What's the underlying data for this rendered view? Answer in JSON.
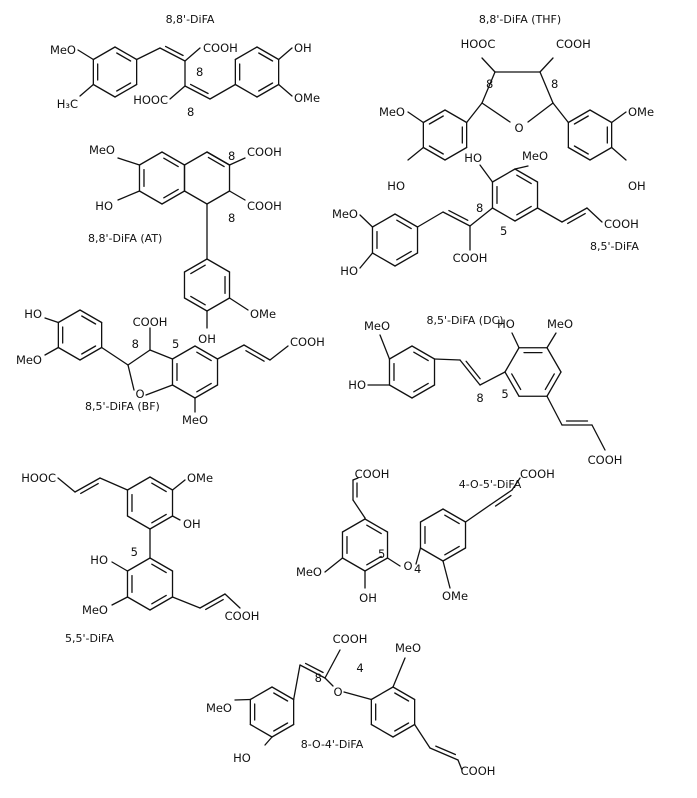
{
  "colors": {
    "ink": "#111111",
    "background": "#ffffff"
  },
  "molecules": [
    {
      "name": "8,8'-DiFA",
      "labels": [
        "MeO",
        "H₃C",
        "COOH",
        "8",
        "HOOC",
        "8",
        "OH",
        "OMe"
      ]
    },
    {
      "name": "8,8'-DiFA (THF)",
      "labels": [
        "HOOC",
        "COOH",
        "8",
        "8",
        "O",
        "MeO",
        "HO",
        "OMe",
        "OH"
      ]
    },
    {
      "name": "8,8'-DiFA (AT)",
      "labels": [
        "MeO",
        "HO",
        "8",
        "COOH",
        "8",
        "COOH",
        "OMe",
        "OH"
      ]
    },
    {
      "name": "8,5'-DiFA",
      "labels": [
        "MeO",
        "HO",
        "8",
        "5",
        "COOH",
        "COOH",
        "MeO",
        "HO"
      ]
    },
    {
      "name": "8,5'-DiFA (BF)",
      "labels": [
        "HO",
        "MeO",
        "COOH",
        "8",
        "5",
        "O",
        "COOH",
        "MeO"
      ]
    },
    {
      "name": "8,5'-DiFA (DC)",
      "labels": [
        "MeO",
        "HO",
        "HO",
        "MeO",
        "8",
        "5",
        "COOH"
      ]
    },
    {
      "name": "5,5'-DiFA",
      "labels": [
        "HOOC",
        "OMe",
        "OH",
        "5",
        "HO",
        "MeO",
        "COOH"
      ]
    },
    {
      "name": "4-O-5'-DiFA",
      "labels": [
        "COOH",
        "MeO",
        "OH",
        "5",
        "O",
        "4",
        "OMe",
        "COOH"
      ]
    },
    {
      "name": "8-O-4'-DiFA",
      "labels": [
        "MeO",
        "HO",
        "COOH",
        "8",
        "O",
        "4",
        "MeO",
        "COOH"
      ]
    }
  ]
}
